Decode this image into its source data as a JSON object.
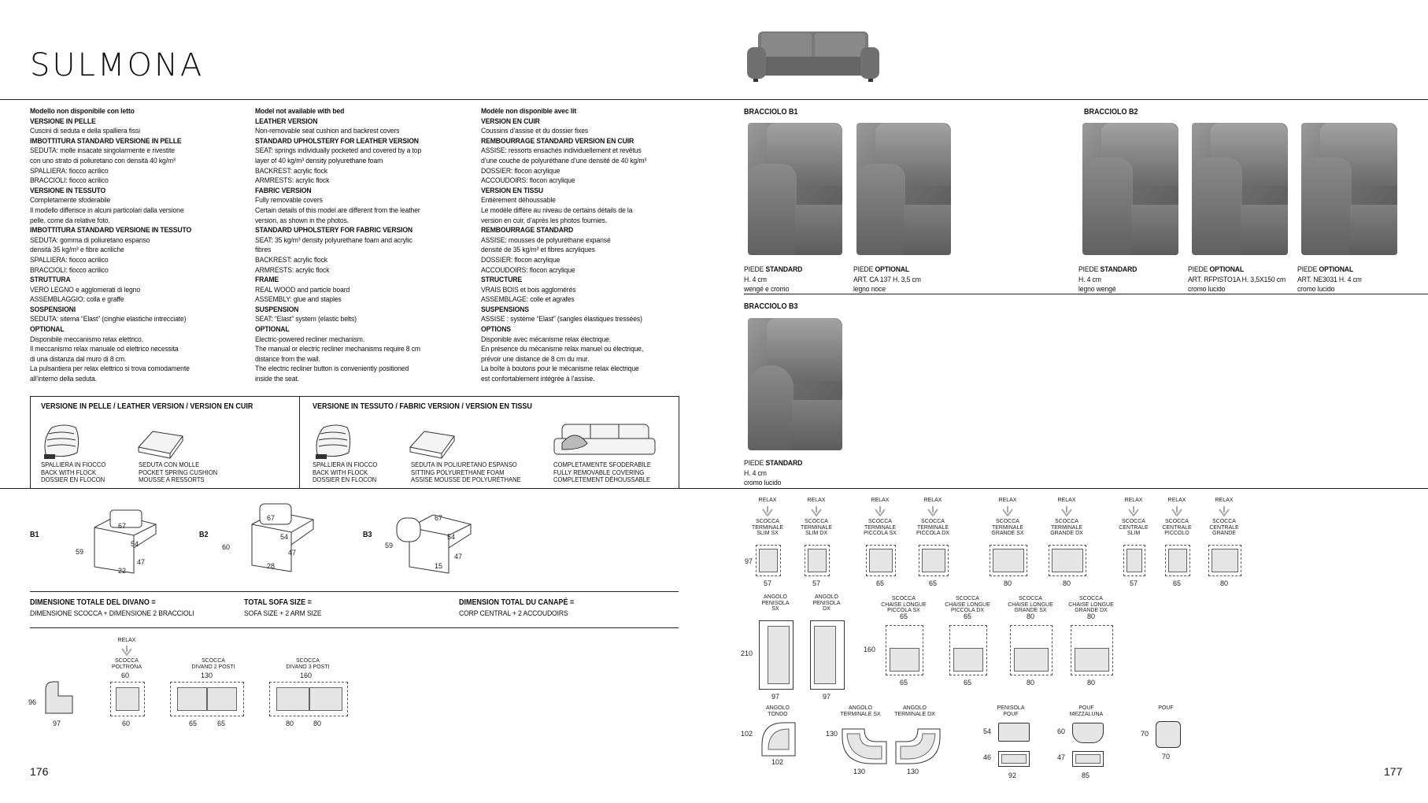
{
  "title": "SULMONA",
  "page_left": "176",
  "page_right": "177",
  "col_it": [
    {
      "t": "b",
      "v": "Modello non disponibile con letto"
    },
    {
      "t": "b",
      "v": "VERSIONE IN PELLE"
    },
    {
      "t": "n",
      "v": "Cuscini di seduta e della spalliera fissi"
    },
    {
      "t": "b",
      "v": "IMBOTTITURA STANDARD VERSIONE IN PELLE"
    },
    {
      "t": "n",
      "v": "SEDUTA: molle insacate singolarmente e rivestite"
    },
    {
      "t": "n",
      "v": "con uno strato di poliuretano con densità 40 kg/m³"
    },
    {
      "t": "n",
      "v": "SPALLIERA: fiocco acrilico"
    },
    {
      "t": "n",
      "v": "BRACCIOLI: fiocco acrilico"
    },
    {
      "t": "b",
      "v": "VERSIONE IN TESSUTO"
    },
    {
      "t": "n",
      "v": "Completamente sfoderabile"
    },
    {
      "t": "n",
      "v": "Il modello differisce in alcuni particolari dalla versione"
    },
    {
      "t": "n",
      "v": "pelle, come da relative foto."
    },
    {
      "t": "b",
      "v": "IMBOTTITURA STANDARD VERSIONE IN TESSUTO"
    },
    {
      "t": "n",
      "v": "SEDUTA: gomma di poliuretano espanso"
    },
    {
      "t": "n",
      "v": "densità 35 kg/m³ e fibre acriliche"
    },
    {
      "t": "n",
      "v": "SPALLIERA: fiocco acrilico"
    },
    {
      "t": "n",
      "v": "BRACCIOLI: fiocco acrilico"
    },
    {
      "t": "b",
      "v": "STRUTTURA"
    },
    {
      "t": "n",
      "v": "VERO LEGNO e agglomerati di legno"
    },
    {
      "t": "n",
      "v": "ASSEMBLAGGIO: colla e graffe"
    },
    {
      "t": "b",
      "v": "SOSPENSIONI"
    },
    {
      "t": "n",
      "v": "SEDUTA: sitema “Elast” (cinghie elastiche intrecciate)"
    },
    {
      "t": "b",
      "v": "OPTIONAL"
    },
    {
      "t": "n",
      "v": "Disponibile meccanismo relax elettrico."
    },
    {
      "t": "n",
      "v": "Il meccanismo relax manuale od elettrico necessita"
    },
    {
      "t": "n",
      "v": "di una distanza dal muro di 8 cm."
    },
    {
      "t": "n",
      "v": "La pulsantiera per relax elettrico si trova comodamente"
    },
    {
      "t": "n",
      "v": "all’interno della seduta."
    }
  ],
  "col_en": [
    {
      "t": "b",
      "v": "Model not available with bed"
    },
    {
      "t": "b",
      "v": "LEATHER VERSION"
    },
    {
      "t": "n",
      "v": "Non-removable seat cushion and backrest covers"
    },
    {
      "t": "b",
      "v": "STANDARD UPHOLSTERY FOR LEATHER VERSION"
    },
    {
      "t": "n",
      "v": "SEAT: springs individually pocketed and covered by a top"
    },
    {
      "t": "n",
      "v": "layer of 40 kg/m³ density polyurethane foam"
    },
    {
      "t": "n",
      "v": "BACKREST: acrylic flock"
    },
    {
      "t": "n",
      "v": "ARMRESTS: acrylic flock"
    },
    {
      "t": "b",
      "v": "FABRIC VERSION"
    },
    {
      "t": "n",
      "v": "Fully removable covers"
    },
    {
      "t": "n",
      "v": "Certain details of this model are different from the leather"
    },
    {
      "t": "n",
      "v": "version, as shown in the photos."
    },
    {
      "t": "b",
      "v": "STANDARD UPHOLSTERY FOR FABRIC VERSION"
    },
    {
      "t": "n",
      "v": "SEAT: 35 kg/m³ density polyurethane foam and acrylic"
    },
    {
      "t": "n",
      "v": "fibres"
    },
    {
      "t": "n",
      "v": "BACKREST: acrylic flock"
    },
    {
      "t": "n",
      "v": "ARMRESTS: acrylic flock"
    },
    {
      "t": "b",
      "v": "FRAME"
    },
    {
      "t": "n",
      "v": "REAL WOOD and particle board"
    },
    {
      "t": "n",
      "v": "ASSEMBLY: glue and staples"
    },
    {
      "t": "b",
      "v": "SUSPENSION"
    },
    {
      "t": "n",
      "v": "SEAT: “Elast” system (elastic belts)"
    },
    {
      "t": "b",
      "v": "OPTIONAL"
    },
    {
      "t": "n",
      "v": "Electric-powered recliner mechanism."
    },
    {
      "t": "n",
      "v": "The manual or electric recliner mechanisms require 8 cm"
    },
    {
      "t": "n",
      "v": "distance from the wall."
    },
    {
      "t": "n",
      "v": "The electric recliner button is conveniently positioned"
    },
    {
      "t": "n",
      "v": "inside the seat."
    }
  ],
  "col_fr": [
    {
      "t": "b",
      "v": "Modèle non disponible avec lit"
    },
    {
      "t": "b",
      "v": "VERSION EN CUIR"
    },
    {
      "t": "n",
      "v": "Coussins d’assise et du dossier fixes"
    },
    {
      "t": "b",
      "v": "REMBOURRAGE STANDARD VERSION EN CUIR"
    },
    {
      "t": "n",
      "v": "ASSISE: ressorts ensachés individuellement et revêtus"
    },
    {
      "t": "n",
      "v": "d’une couche de polyuréthane d’une densité de 40 kg/m³"
    },
    {
      "t": "n",
      "v": "DOSSIER: flocon acrylique"
    },
    {
      "t": "n",
      "v": "ACCOUDOIRS: flocon acrylique"
    },
    {
      "t": "b",
      "v": "VERSION EN TISSU"
    },
    {
      "t": "n",
      "v": "Entièrement déhoussable"
    },
    {
      "t": "n",
      "v": "Le modèle diffère au niveau de certains détails de la"
    },
    {
      "t": "n",
      "v": "version en cuir, d’après les photos fournies."
    },
    {
      "t": "b",
      "v": "REMBOURRAGE STANDARD"
    },
    {
      "t": "n",
      "v": "ASSISE: mousses de polyuréthane expansé"
    },
    {
      "t": "n",
      "v": "densité de 35 kg/m³ et fibres acryliques"
    },
    {
      "t": "n",
      "v": "DOSSIER: flocon acrylique"
    },
    {
      "t": "n",
      "v": "ACCOUDOIRS: flocon acrylique"
    },
    {
      "t": "b",
      "v": "STRUCTURE"
    },
    {
      "t": "n",
      "v": "VRAIS BOIS et bois agglomérés"
    },
    {
      "t": "n",
      "v": "ASSEMBLAGE: colle et agrafes"
    },
    {
      "t": "b",
      "v": "SUSPENSIONS"
    },
    {
      "t": "n",
      "v": "ASSISE : système “Elast” (sangles élastiques tressées)"
    },
    {
      "t": "b",
      "v": "OPTIONS"
    },
    {
      "t": "n",
      "v": "Disponible avec mécanisme relax électrique."
    },
    {
      "t": "n",
      "v": "En présence du mécanisme relax manuel ou électrique,"
    },
    {
      "t": "n",
      "v": "prévoir une distance de 8 cm du mur."
    },
    {
      "t": "n",
      "v": "La boîte à boutons pour le mécanisme relax électrique"
    },
    {
      "t": "n",
      "v": "est confortablement intégrée à l’assise."
    }
  ],
  "leather_head": "VERSIONE IN PELLE / LEATHER VERSION / VERSION EN CUIR",
  "fabric_head": "VERSIONE IN TESSUTO / FABRIC VERSION / VERSION EN TISSU",
  "icons": {
    "l1": [
      "SPALLIERA IN FIOCCO",
      "BACK WITH FLOCK",
      "DOSSIER EN FLOCON"
    ],
    "l2": [
      "SEDUTA CON MOLLE",
      "POCKET SPRING CUSHION",
      "MOUSSE A RESSORTS"
    ],
    "f1": [
      "SPALLIERA IN FIOCCO",
      "BACK WITH FLOCK",
      "DOSSIER EN FLOCON"
    ],
    "f2": [
      "SEDUTA IN POLIURETANO ESPANSO",
      "SITTING POLYURETHANE FOAM",
      "ASSISE MOUSSE DE POLYURÉTHANE"
    ],
    "f3": [
      "COMPLETAMENTE SFODERABILE",
      "FULLY REMOVABLE COVERING",
      "COMPLETEMENT DÉHOUSSABLE"
    ]
  },
  "arm_dims": {
    "b1": {
      "label": "B1",
      "d1": "67",
      "d2": "54",
      "d3": "59",
      "d4": "47",
      "d5": "22"
    },
    "b2": {
      "label": "B2",
      "d1": "67",
      "d2": "54",
      "d3": "60",
      "d4": "47",
      "d5": "28"
    },
    "b3": {
      "label": "B3",
      "d1": "67",
      "d2": "54",
      "d3": "59",
      "d4": "47",
      "d5": "15"
    }
  },
  "total": {
    "it_h": "DIMENSIONE TOTALE DEL DIVANO =",
    "it": "DIMENSIONE SCOCCA + DIMENSIONE 2 BRACCIOLI",
    "en_h": "TOTAL SOFA SIZE =",
    "en": "SOFA SIZE + 2 ARM SIZE",
    "fr_h": "DIMENSION TOTAL DU CANAPÉ =",
    "fr": "CORP CENTRAL + 2 ACCOUDOIRS"
  },
  "bottom_left": {
    "side_h": "96",
    "side_w": "97",
    "relax": "RELAX",
    "poltrona": [
      "SCOCCA",
      "POLTRONA"
    ],
    "poltrona_w": "60",
    "poltrona_b": "60",
    "divano2": [
      "SCOCCA",
      "DIVANO 2 POSTI"
    ],
    "divano2_w": "130",
    "divano2_a": "65",
    "divano2_b": "65",
    "divano3": [
      "SCOCCA",
      "DIVANO 3 POSTI"
    ],
    "divano3_w": "160",
    "divano3_a": "80",
    "divano3_b": "80"
  },
  "arms": {
    "b1": "BRACCIOLO B1",
    "b2": "BRACCIOLO B2",
    "b3": "BRACCIOLO B3",
    "cap_b1a": {
      "l1a": "PIEDE ",
      "l1b": "STANDARD",
      "l2": "H. 4 cm",
      "l3": "wengé e cromo"
    },
    "cap_b1b": {
      "l1a": "PIEDE ",
      "l1b": "OPTIONAL",
      "l2": "ART. CA 137 H. 3,5 cm",
      "l3": "legno noce"
    },
    "cap_b2a": {
      "l1a": "PIEDE ",
      "l1b": "STANDARD",
      "l2": "H. 4 cm",
      "l3": "legno wengé"
    },
    "cap_b2b": {
      "l1a": "PIEDE ",
      "l1b": "OPTIONAL",
      "l2": "ART. RFPISTO1A H. 3,5X150 cm",
      "l3": "cromo lucido"
    },
    "cap_b2c": {
      "l1a": "PIEDE ",
      "l1b": "OPTIONAL",
      "l2": "ART. NE3031 H. 4 cm",
      "l3": "cromo lucido"
    },
    "cap_b3a": {
      "l1a": "PIEDE ",
      "l1b": "STANDARD",
      "l2": "H. 4 cm",
      "l3": "cromo lucido"
    }
  },
  "modules_row1": {
    "depth": "97",
    "items": [
      {
        "lbl": [
          "SCOCCA",
          "TERMINALE",
          "SLIM SX"
        ],
        "w": "57",
        "relax": true
      },
      {
        "lbl": [
          "SCOCCA",
          "TERMINALE",
          "SLIM DX"
        ],
        "w": "57",
        "relax": true
      },
      {
        "lbl": [
          "SCOCCA",
          "TERMINALE",
          "PICCOLA SX"
        ],
        "w": "65",
        "relax": true
      },
      {
        "lbl": [
          "SCOCCA",
          "TERMINALE",
          "PICCOLA DX"
        ],
        "w": "65",
        "relax": true
      },
      {
        "lbl": [
          "SCOCCA",
          "TERMINALE",
          "GRANDE SX"
        ],
        "w": "80",
        "relax": true
      },
      {
        "lbl": [
          "SCOCCA",
          "TERMINALE",
          "GRANDE DX"
        ],
        "w": "80",
        "relax": true
      },
      {
        "lbl": [
          "SCOCCA",
          "CENTRALE",
          "SLIM"
        ],
        "w": "57",
        "relax": true
      },
      {
        "lbl": [
          "SCOCCA",
          "CENTRALE",
          "PICCOLO"
        ],
        "w": "65",
        "relax": true
      },
      {
        "lbl": [
          "SCOCCA",
          "CENTRALE",
          "GRANDE"
        ],
        "w": "80",
        "relax": true
      }
    ]
  },
  "modules_row2": {
    "depth_a": "210",
    "depth_b": "160",
    "items": [
      {
        "lbl": [
          "ANGOLO",
          "PENISOLA",
          "SX"
        ],
        "w": "97"
      },
      {
        "lbl": [
          "ANGOLO",
          "PENISOLA",
          "DX"
        ],
        "w": "97"
      },
      {
        "lbl": [
          "SCOCCA",
          "CHAISE LONGUE",
          "PICCOLA SX"
        ],
        "top": "65",
        "w": "65"
      },
      {
        "lbl": [
          "SCOCCA",
          "CHAISE LONGUE",
          "PICCOLA DX"
        ],
        "top": "65",
        "w": "65"
      },
      {
        "lbl": [
          "SCOCCA",
          "CHAISE LONGUE",
          "GRANDE SX"
        ],
        "top": "80",
        "w": "80"
      },
      {
        "lbl": [
          "SCOCCA",
          "CHAISE LONGUE",
          "GRANDE DX"
        ],
        "top": "80",
        "w": "80"
      }
    ]
  },
  "modules_row3": {
    "tondo": {
      "lbl": [
        "ANGOLO",
        "TONDO"
      ],
      "h": "102",
      "w": "102"
    },
    "term_sx": {
      "lbl": [
        "ANGOLO",
        "TERMINALE SX"
      ],
      "h": "130",
      "w": "130"
    },
    "term_dx": {
      "lbl": [
        "ANGOLO",
        "TERMINALE DX"
      ],
      "w": "130"
    },
    "penisola": {
      "lbl": [
        "PENISOLA",
        "POUF"
      ],
      "h1": "54",
      "h2": "46",
      "w": "92"
    },
    "mezzaluna": {
      "lbl": [
        "POUF",
        "MEZZALUNA"
      ],
      "h1": "60",
      "h2": "47",
      "w": "85"
    },
    "pouf": {
      "lbl": [
        "POUF"
      ],
      "h": "70",
      "w": "70"
    }
  }
}
